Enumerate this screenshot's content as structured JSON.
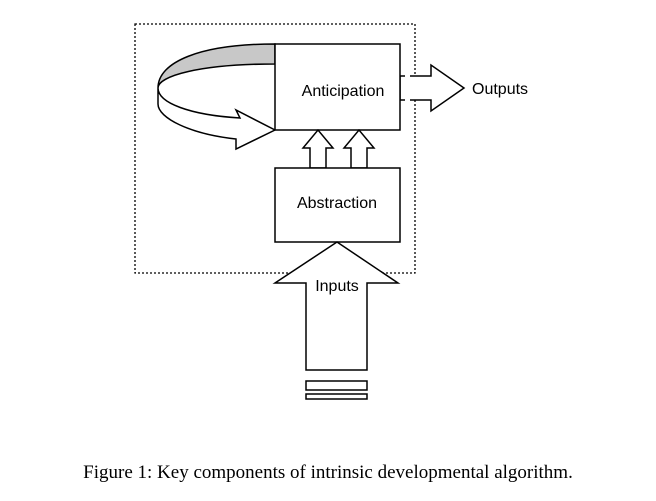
{
  "diagram": {
    "boxes": {
      "anticipation": "Anticipation",
      "abstraction": "Abstraction"
    },
    "arrows": {
      "outputs": "Outputs",
      "inputs": "Inputs"
    },
    "colors": {
      "stroke": "#000000",
      "loop_shade": "#c8c8c8",
      "background": "#ffffff"
    },
    "caption": "Figure 1: Key components of intrinsic developmental algorithm."
  }
}
